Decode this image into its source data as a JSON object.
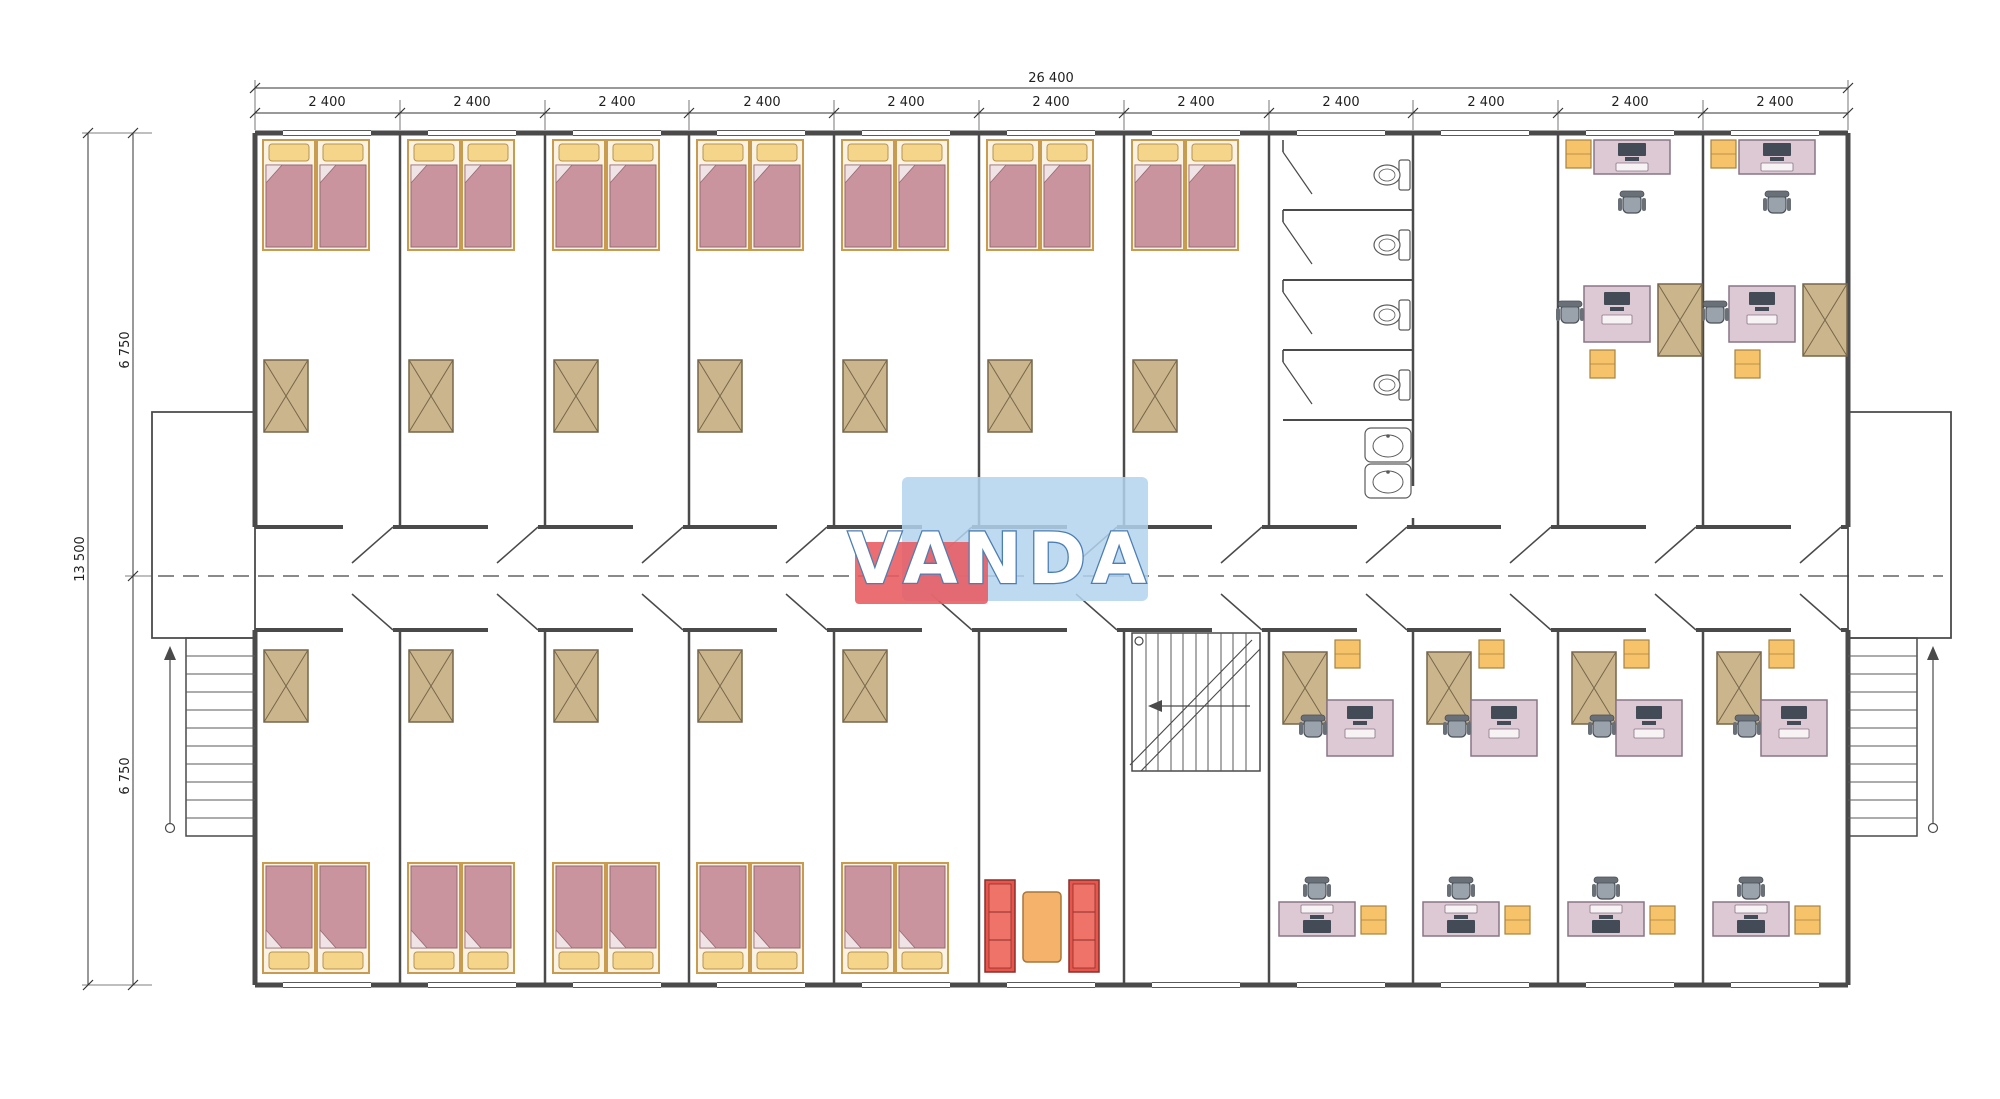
{
  "document": {
    "type": "architectural floor plan"
  },
  "logo": {
    "text": "VANDA",
    "blue_block": "#b2d4ee",
    "red_block": "#e85a60"
  },
  "dimensions": {
    "total_width": "26 400",
    "module_labels": [
      "2 400",
      "2 400",
      "2 400",
      "2 400",
      "2 400",
      "2 400",
      "2 400",
      "2 400",
      "2 400",
      "2 400",
      "2 400"
    ],
    "total_height": "13 500",
    "upper_height": "6 750",
    "lower_height": "6 750"
  },
  "colors": {
    "walls": "#4a4a4a",
    "bed_blanket": "#c9949e",
    "bed_pillow": "#f5d58a",
    "wardrobe": "#cbb58c",
    "desk": "#dcc9d4",
    "sofa": "#e8554d",
    "coffee_table": "#f5b26b",
    "cabinet": "#f6c36b"
  }
}
